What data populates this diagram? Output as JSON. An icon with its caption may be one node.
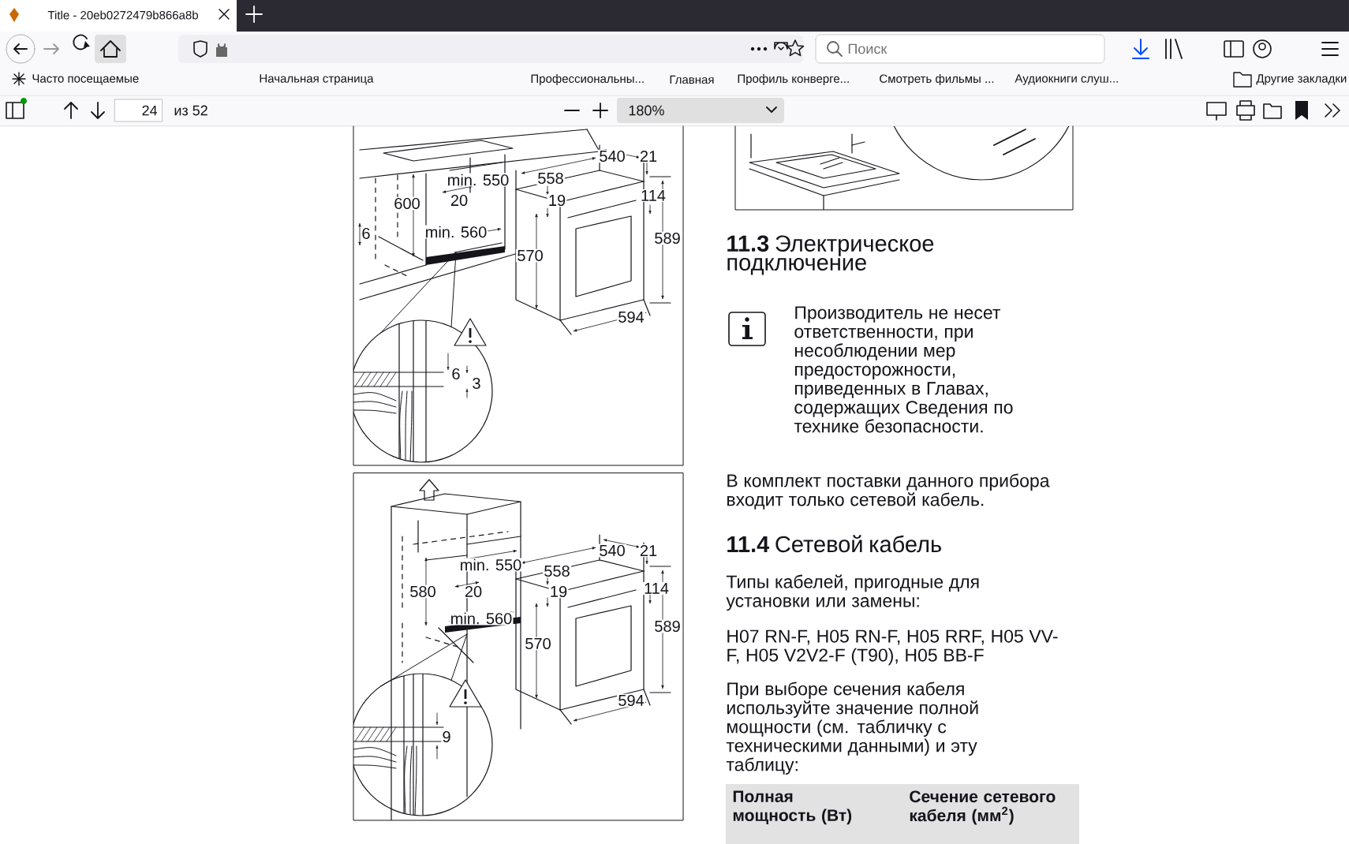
{
  "diagram": {
    "labels": [
      "Title - 20eb0272479b866a8b",
      "Поиск",
      "Часто посещаемые",
      "Начальная страница",
      "Профессиональны...",
      "Главная",
      "Профиль конверге...",
      "Смотреть фильмы ...",
      "Аудиокниги слуш...",
      "Другие закладки",
      "24",
      "из 52",
      "180%",
      "540",
      "21",
      "min. 550",
      "558",
      "600",
      "20",
      "114",
      "19",
      "6",
      "min. 560",
      "589",
      "570",
      "594",
      "6",
      "3",
      "540",
      "21",
      "min. 550",
      "558",
      "580",
      "20",
      "19",
      "114",
      "min. 560",
      "589",
      "570",
      "594",
      "9",
      "**11.3** Электрическое подключение",
      "Производитель не несет ответственности, при несоблюдении мер предосторожности, приведенных в Главах, содержащих Сведения по технике безопасности.",
      "В комплект поставки данного прибора входит только сетевой кабель.",
      "**11.4** Сетевой кабель",
      "Типы кабелей, пригодные для установки или замены:",
      "H07 RN-F, H05 RN-F, H05 RRF, H05 VV-F, H05 V2V2-F (T90), H05 BB-F",
      "При выборе сечения кабеля используйте значение полной мощности (см. табличку с техническими данными) и эту таблицу:",
      "Полная мощность (Вт)",
      "Сечение сетевого кабеля (мм$^{2}$)"
    ]
  }
}
